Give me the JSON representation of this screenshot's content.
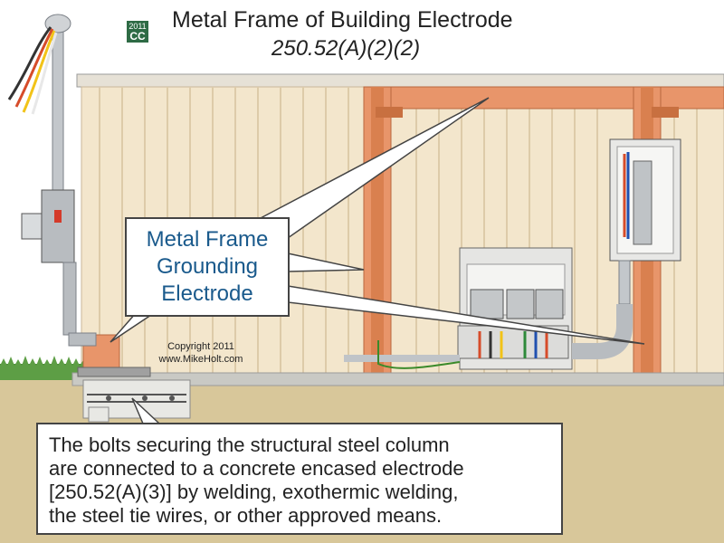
{
  "header": {
    "title": "Metal Frame of Building Electrode",
    "subtitle": "250.52(A)(2)(2)",
    "badge_year": "2011",
    "badge_code": "CC"
  },
  "callout": {
    "lines": [
      "Metal Frame",
      "Grounding",
      "Electrode"
    ],
    "text_color": "#1a5a8c"
  },
  "copyright": {
    "line1": "Copyright 2011",
    "line2": "www.MikeHolt.com"
  },
  "note": {
    "lines": [
      "The bolts securing the structural steel column",
      "are connected to a concrete encased electrode",
      "[250.52(A)(3)] by welding, exothermic welding,",
      "the steel tie wires, or other approved means."
    ]
  },
  "colors": {
    "wall": "#f3e6cc",
    "steel_frame": "#e8956a",
    "ground": "#d8c79a",
    "grass": "#4a8a3a",
    "conduit": "#b8bcc0",
    "badge": "#2e6b45"
  }
}
